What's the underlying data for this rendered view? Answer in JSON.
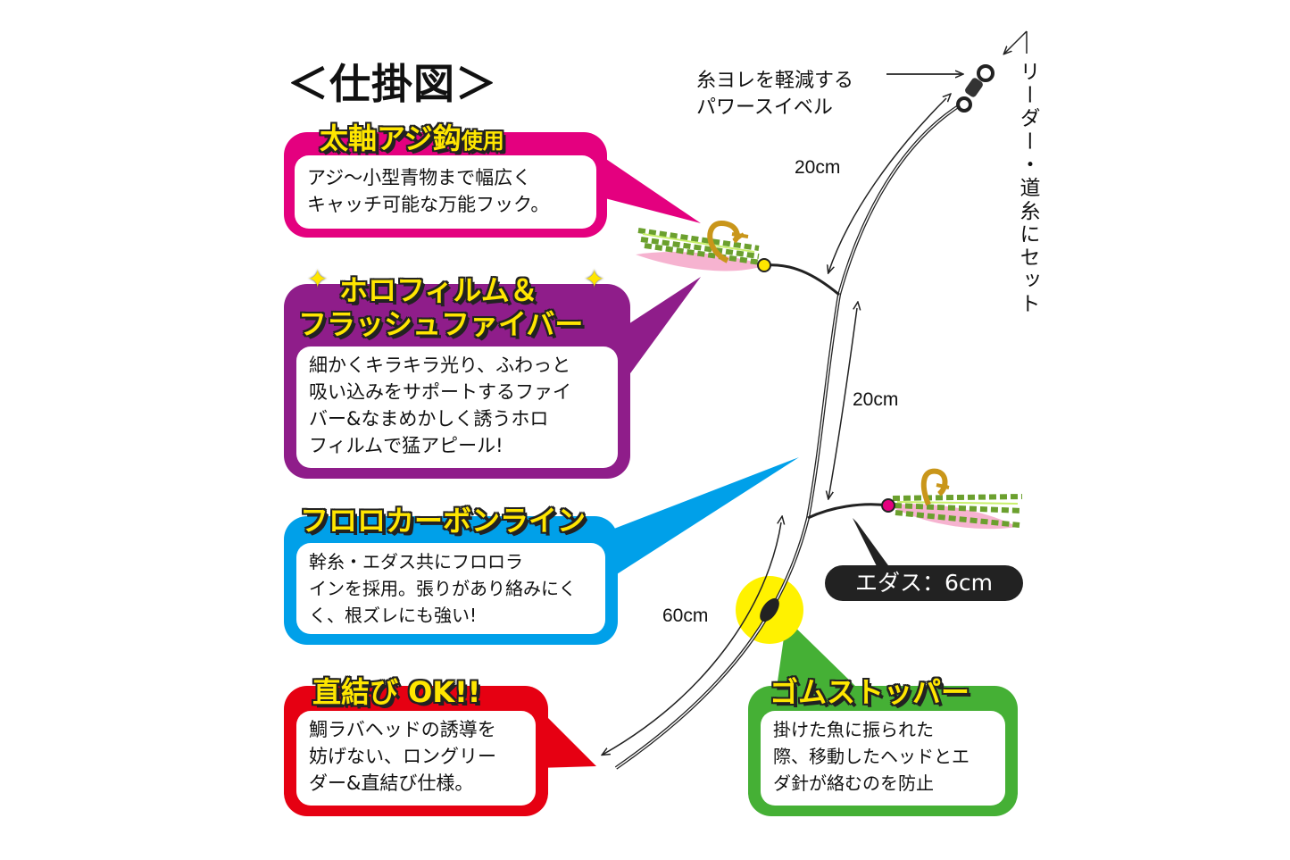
{
  "title": "＜仕掛図＞",
  "swivel_label": {
    "line1": "糸ヨレを軽減する",
    "line2": "パワースイベル"
  },
  "leader_label": "リーダー・道糸にセット",
  "measurements": {
    "upper_section": "20cm",
    "middle_section": "20cm",
    "lower_section": "60cm",
    "branch": "エダス：6cm"
  },
  "callouts": {
    "hook": {
      "heading_main": "太軸アジ鈎",
      "heading_sub": "使用",
      "lines": [
        "アジ〜小型青物まで幅広く",
        "キャッチ可能な万能フック。"
      ],
      "color": "#e4007f"
    },
    "holo": {
      "heading_line1": "ホロフィルム＆",
      "heading_line2": "フラッシュファイバー",
      "lines": [
        "細かくキラキラ光り、ふわっと",
        "吸い込みをサポートするファイ",
        "バー&なまめかしく誘うホロ",
        "フィルムで猛アピール!"
      ],
      "color": "#8f1d8a",
      "sparkle_color": "#ffe600"
    },
    "fluoro": {
      "heading": "フロロカーボンライン",
      "lines": [
        "幹糸・エダス共にフロロラ",
        "インを採用。張りがあり絡みにく",
        "く、根ズレにも強い!"
      ],
      "color": "#00a0e9"
    },
    "direct": {
      "heading": "直結び OK!!",
      "lines": [
        "鯛ラバヘッドの誘導を",
        "妨げない、ロングリー",
        "ダー&直結び仕様。"
      ],
      "color": "#e60012"
    },
    "stopper": {
      "heading": "ゴムストッパー",
      "lines": [
        "掛けた魚に振られた",
        "際、移動したヘッドとエ",
        "ダ針が絡むのを防止"
      ],
      "color": "#45b035",
      "highlight_color": "#fff200"
    }
  }
}
